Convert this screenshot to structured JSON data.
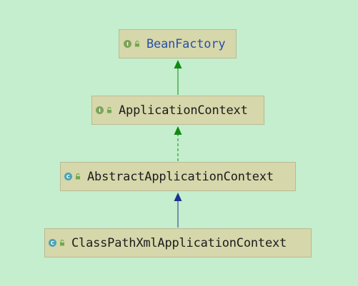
{
  "diagram": {
    "nodes": [
      {
        "id": "bean-factory",
        "label": "BeanFactory",
        "kind": "interface",
        "badge": "I",
        "label_color": "#2a4fa6"
      },
      {
        "id": "application-context",
        "label": "ApplicationContext",
        "kind": "interface",
        "badge": "I",
        "label_color": "#1c1c1c"
      },
      {
        "id": "abstract-application-context",
        "label": "AbstractApplicationContext",
        "kind": "class",
        "badge": "C",
        "label_color": "#1c1c1c"
      },
      {
        "id": "class-path-xml-application-context",
        "label": "ClassPathXmlApplicationContext",
        "kind": "class",
        "badge": "C",
        "label_color": "#1c1c1c"
      }
    ],
    "edges": [
      {
        "from": "application-context",
        "to": "bean-factory",
        "style": "solid",
        "color": "#118a11"
      },
      {
        "from": "abstract-application-context",
        "to": "application-context",
        "style": "dashed",
        "color": "#118a11"
      },
      {
        "from": "class-path-xml-application-context",
        "to": "abstract-application-context",
        "style": "solid",
        "color": "#1d3191"
      }
    ]
  },
  "colors": {
    "background": "#c4eecd",
    "node_fill": "#d6d7ab",
    "interface_badge": "#7da35a",
    "class_badge": "#4aa3b5",
    "lock": "#6ea84f"
  }
}
